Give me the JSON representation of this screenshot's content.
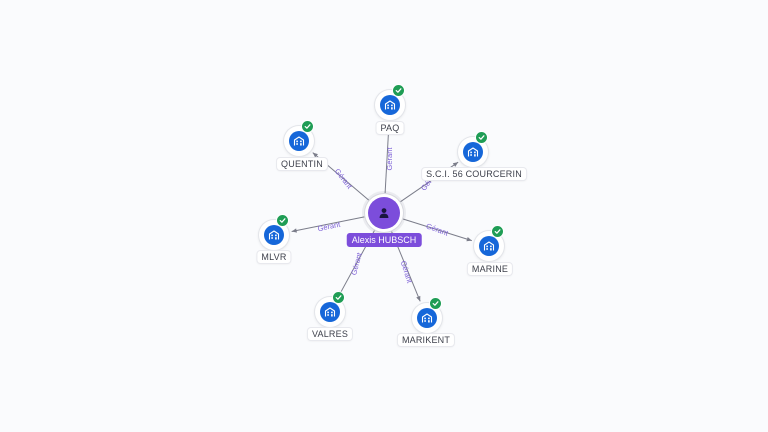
{
  "graph": {
    "center": {
      "name": "Alexis HUBSCH",
      "icon": "person-icon",
      "color": "#7c4ddb"
    },
    "relation_label": "Gérant",
    "company_icon": "building-icon",
    "status_icon": "check-icon",
    "companies": [
      {
        "key": "paq",
        "name": "PAQ"
      },
      {
        "key": "sci-56-courcerin",
        "name": "S.C.I. 56 COURCERIN"
      },
      {
        "key": "marine",
        "name": "MARINE"
      },
      {
        "key": "marikent",
        "name": "MARIKENT"
      },
      {
        "key": "valres",
        "name": "VALRES"
      },
      {
        "key": "mlvr",
        "name": "MLVR"
      },
      {
        "key": "quentin",
        "name": "QUENTIN"
      }
    ],
    "colors": {
      "company": "#1667d9",
      "verified": "#1f9d55",
      "edge_label": "#7c5fd6"
    }
  }
}
